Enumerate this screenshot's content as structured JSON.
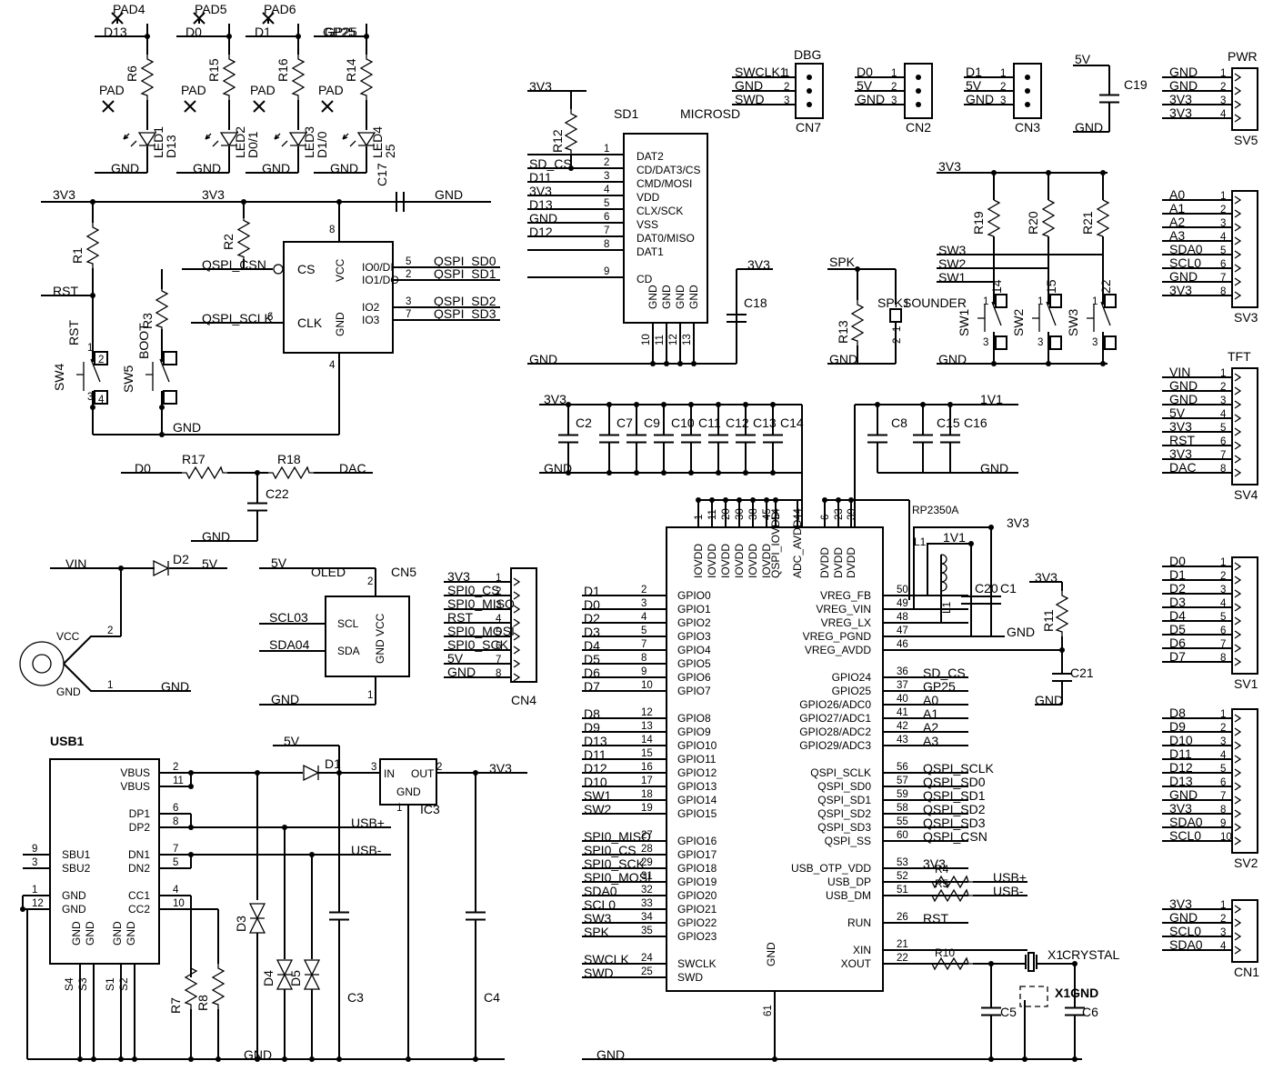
{
  "mcu": {
    "ref": "RP2350A",
    "pwr": [
      {
        "n": "1",
        "l": "IOVDD"
      },
      {
        "n": "11",
        "l": "IOVDD"
      },
      {
        "n": "20",
        "l": "IOVDD"
      },
      {
        "n": "30",
        "l": "IOVDD"
      },
      {
        "n": "38",
        "l": "IOVDD"
      },
      {
        "n": "45",
        "l": "IOVDD"
      },
      {
        "n": "54",
        "l": "QSPI_IOVDD"
      },
      {
        "n": "44",
        "l": "ADC_AVDD"
      },
      {
        "n": "6",
        "l": "DVDD"
      },
      {
        "n": "23",
        "l": "DVDD"
      },
      {
        "n": "39",
        "l": "DVDD"
      }
    ],
    "left": [
      {
        "net": "D1",
        "n": "2",
        "l": "GPIO0"
      },
      {
        "net": "D0",
        "n": "3",
        "l": "GPIO1"
      },
      {
        "net": "D2",
        "n": "4",
        "l": "GPIO2"
      },
      {
        "net": "D3",
        "n": "5",
        "l": "GPIO3"
      },
      {
        "net": "D4",
        "n": "7",
        "l": "GPIO4"
      },
      {
        "net": "D5",
        "n": "8",
        "l": "GPIO5"
      },
      {
        "net": "D6",
        "n": "9",
        "l": "GPIO6"
      },
      {
        "net": "D7",
        "n": "10",
        "l": "GPIO7"
      },
      {
        "net": "D8",
        "n": "12",
        "l": "GPIO8"
      },
      {
        "net": "D9",
        "n": "13",
        "l": "GPIO9"
      },
      {
        "net": "D13",
        "n": "14",
        "l": "GPIO10"
      },
      {
        "net": "D11",
        "n": "15",
        "l": "GPIO11"
      },
      {
        "net": "D12",
        "n": "16",
        "l": "GPIO12"
      },
      {
        "net": "D10",
        "n": "17",
        "l": "GPIO13"
      },
      {
        "net": "SW1",
        "n": "18",
        "l": "GPIO14"
      },
      {
        "net": "SW2",
        "n": "19",
        "l": "GPIO15"
      },
      {
        "net": "SPI0_MISO",
        "n": "27",
        "l": "GPIO16"
      },
      {
        "net": "SPI0_CS",
        "n": "28",
        "l": "GPIO17"
      },
      {
        "net": "SPI0_SCK",
        "n": "29",
        "l": "GPIO18"
      },
      {
        "net": "SPI0_MOSI",
        "n": "31",
        "l": "GPIO19"
      },
      {
        "net": "SDA0",
        "n": "32",
        "l": "GPIO20"
      },
      {
        "net": "SCL0",
        "n": "33",
        "l": "GPIO21"
      },
      {
        "net": "SW3",
        "n": "34",
        "l": "GPIO22"
      },
      {
        "net": "SPK",
        "n": "35",
        "l": "GPIO23"
      },
      {
        "net": "SWCLK",
        "n": "24",
        "l": "SWCLK"
      },
      {
        "net": "SWD",
        "n": "25",
        "l": "SWD"
      }
    ],
    "right": [
      {
        "net": "",
        "n": "50",
        "l": "VREG_FB"
      },
      {
        "net": "",
        "n": "49",
        "l": "VREG_VIN"
      },
      {
        "net": "",
        "n": "48",
        "l": "VREG_LX"
      },
      {
        "net": "",
        "n": "47",
        "l": "VREG_PGND"
      },
      {
        "net": "",
        "n": "46",
        "l": "VREG_AVDD"
      },
      {
        "net": "SD_CS",
        "n": "36",
        "l": "GPIO24"
      },
      {
        "net": "GP25",
        "n": "37",
        "l": "GPIO25"
      },
      {
        "net": "A0",
        "n": "40",
        "l": "GPIO26/ADC0"
      },
      {
        "net": "A1",
        "n": "41",
        "l": "GPIO27/ADC1"
      },
      {
        "net": "A2",
        "n": "42",
        "l": "GPIO28/ADC2"
      },
      {
        "net": "A3",
        "n": "43",
        "l": "GPIO29/ADC3"
      },
      {
        "net": "QSPI_SCLK",
        "n": "56",
        "l": "QSPI_SCLK"
      },
      {
        "net": "QSPI_SD0",
        "n": "57",
        "l": "QSPI_SD0"
      },
      {
        "net": "QSPI_SD1",
        "n": "59",
        "l": "QSPI_SD1"
      },
      {
        "net": "QSPI_SD2",
        "n": "58",
        "l": "QSPI_SD2"
      },
      {
        "net": "QSPI_SD3",
        "n": "55",
        "l": "QSPI_SD3"
      },
      {
        "net": "QSPI_CSN",
        "n": "60",
        "l": "QSPI_SS"
      },
      {
        "net": "3V3",
        "n": "53",
        "l": "USB_OTP_VDD"
      },
      {
        "net": "",
        "n": "52",
        "l": "USB_DP"
      },
      {
        "net": "",
        "n": "51",
        "l": "USB_DM"
      },
      {
        "net": "RST",
        "n": "26",
        "l": "RUN"
      },
      {
        "net": "",
        "n": "21",
        "l": "XIN"
      },
      {
        "net": "",
        "n": "22",
        "l": "XOUT"
      }
    ],
    "gnd_label": "GND",
    "gnd_pin": "61"
  },
  "headers": [
    {
      "ref": "PWR",
      "name": "SV5",
      "pins": [
        "GND",
        "GND",
        "3V3",
        "3V3"
      ]
    },
    {
      "ref": "",
      "name": "SV3",
      "pins": [
        "A0",
        "A1",
        "A2",
        "A3",
        "SDA0",
        "SCL0",
        "GND",
        "3V3"
      ]
    },
    {
      "ref": "TFT",
      "name": "SV4",
      "pins": [
        "VIN",
        "GND",
        "GND",
        "5V",
        "3V3",
        "RST",
        "3V3",
        "DAC"
      ]
    },
    {
      "ref": "",
      "name": "SV1",
      "pins": [
        "D0",
        "D1",
        "D2",
        "D3",
        "D4",
        "D5",
        "D6",
        "D7"
      ]
    },
    {
      "ref": "",
      "name": "SV2",
      "pins": [
        "D8",
        "D9",
        "D10",
        "D11",
        "D12",
        "D13",
        "GND",
        "3V3",
        "SDA0",
        "SCL0"
      ]
    },
    {
      "ref": "",
      "name": "CN1",
      "pins": [
        "3V3",
        "GND",
        "SCL0",
        "SDA0"
      ]
    }
  ],
  "cn7": {
    "ref": "DBG",
    "name": "CN7",
    "nets": [
      "SWCLK1",
      "GND",
      "SWD"
    ]
  },
  "cn2": {
    "name": "CN2",
    "nets": [
      "D0",
      "5V",
      "GND"
    ]
  },
  "cn3": {
    "name": "CN3",
    "nets": [
      "D1",
      "5V",
      "GND"
    ]
  },
  "cn4": {
    "name": "CN4",
    "nets": [
      "3V3",
      "SPI0_CS",
      "SPI0_MISO",
      "RST",
      "SPI0_MOSI",
      "SPI0_SCK",
      "5V",
      "GND"
    ]
  },
  "sd": {
    "ref": "SD1",
    "value": "MICROSD",
    "left": [
      {
        "n": "1",
        "net": "",
        "l": "DAT2"
      },
      {
        "n": "2",
        "net": "SD_CS",
        "l": "CD/DAT3/CS"
      },
      {
        "n": "3",
        "net": "D11",
        "l": "CMD/MOSI"
      },
      {
        "n": "4",
        "net": "3V3",
        "l": "VDD"
      },
      {
        "n": "5",
        "net": "D13",
        "l": "CLX/SCK"
      },
      {
        "n": "6",
        "net": "GND",
        "l": "VSS"
      },
      {
        "n": "7",
        "net": "D12",
        "l": "DAT0/MISO"
      },
      {
        "n": "8",
        "net": "",
        "l": "DAT1"
      },
      {
        "n": "9",
        "net": "",
        "l": "CD"
      }
    ],
    "gnd_pins": [
      "10",
      "11",
      "12",
      "13"
    ],
    "gnd": "GND"
  },
  "flash": {
    "l_cs": "CS",
    "l_clk": "CLK",
    "l_vcc": "VCC",
    "l_gnd": "GND",
    "p": [
      {
        "n": "5",
        "net": "QSPI_SD0",
        "l": "IO0/DI"
      },
      {
        "n": "2",
        "net": "QSPI_SD1",
        "l": "IO1/DO"
      },
      {
        "n": "3",
        "net": "QSPI_SD2",
        "l": "IO2"
      },
      {
        "n": "7",
        "net": "QSPI_SD3",
        "l": "IO3"
      }
    ],
    "cs": "QSPI_CSN",
    "clk": "QSPI_SCLK",
    "clk_pin": "6",
    "vcc_pin": "8",
    "gnd_pin": "4"
  },
  "usb": {
    "ref": "USB1",
    "left": [
      {
        "n": "9",
        "l": "SBU1"
      },
      {
        "n": "3",
        "l": "SBU2"
      },
      {
        "n": "1",
        "l": "GND"
      },
      {
        "n": "12",
        "l": "GND"
      }
    ],
    "right": [
      {
        "n": "2",
        "l": "VBUS"
      },
      {
        "n": "11",
        "l": "VBUS"
      },
      {
        "n": "6",
        "l": "DP1"
      },
      {
        "n": "8",
        "l": "DP2"
      },
      {
        "n": "7",
        "l": "DN1"
      },
      {
        "n": "5",
        "l": "DN2"
      },
      {
        "n": "4",
        "l": "CC1"
      },
      {
        "n": "10",
        "l": "CC2"
      }
    ],
    "bottom": [
      "GND",
      "GND",
      "GND",
      "GND"
    ],
    "bpins": [
      "S4",
      "S3",
      "S1",
      "S2"
    ],
    "usbp": "USB+",
    "usbm": "USB-"
  },
  "ic3": {
    "ref": "IC3",
    "in": "IN",
    "out": "OUT",
    "gnd": "GND",
    "pin_in": "3",
    "pin_out": "2",
    "pin_gnd": "1"
  },
  "oled": {
    "ref": "OLED",
    "name": "CN5",
    "scl_l": "SCL",
    "sda_l": "SDA",
    "vcc_l": "VCC",
    "gnd_l": "GND",
    "scl": "SCL03",
    "sda": "SDA04",
    "vcc": "5V",
    "gnd": "GND",
    "pin_vcc": "2",
    "pin_gnd": "1"
  },
  "leds": [
    {
      "pad": "PAD4",
      "net": "D13",
      "r": "R6",
      "led": "LED1",
      "tag": "D13"
    },
    {
      "pad": "PAD5",
      "net": "D0",
      "r": "R15",
      "led": "LED2",
      "tag": "D0/1"
    },
    {
      "pad": "PAD6",
      "net": "D1",
      "r": "R16",
      "led": "LED3",
      "tag": "D1/0"
    },
    {
      "pad": "",
      "net": "GP25",
      "r": "R14",
      "led": "LED4",
      "tag": "25"
    }
  ],
  "nets": {
    "v33": "3V3",
    "v5": "5V",
    "v11": "1V1",
    "gnd": "GND",
    "rst": "RST",
    "vin": "VIN",
    "d0": "D0",
    "dac": "DAC",
    "spk": "SPK",
    "sw1": "SW1",
    "sw2": "SW2",
    "sw3": "SW3",
    "qcsn": "QSPI_CSN",
    "qsclk": "QSPI_SCLK",
    "usbp": "USB+",
    "usbm": "USB-",
    "vcc": "VCC",
    "pad": "PAD"
  },
  "parts": {
    "r1": "R1",
    "r2": "R2",
    "r3": "R3",
    "r7": "R7",
    "r8": "R8",
    "r11": "R11",
    "r12": "R12",
    "r13": "R13",
    "r17": "R17",
    "r18": "R18",
    "r19": "R19",
    "r20": "R20",
    "r21": "R21",
    "r4": "R4",
    "r5": "R5",
    "r10": "R10",
    "c2": "C2",
    "c3": "C3",
    "c4": "C4",
    "c5": "C5",
    "c6": "C6",
    "c7": "C7",
    "c8": "C8",
    "c9": "C9",
    "c10": "C10",
    "c11": "C11",
    "c12": "C12",
    "c13": "C13",
    "c14": "C14",
    "c15": "C15",
    "c16": "C16",
    "c17": "C17",
    "c18": "C18",
    "c19": "C19",
    "c20": "C20",
    "c1": "C1",
    "c21": "C21",
    "c22": "C22",
    "d1": "D1",
    "d2": "D2",
    "d3": "D3",
    "d4": "D4",
    "d5": "D5",
    "l1": "L1",
    "sw4": "SW4",
    "sw5": "SW5",
    "sw1": "SW1",
    "sw2": "SW2",
    "sw3": "SW3",
    "rst": "RST",
    "boot": "BOOT",
    "spk": "SPK1",
    "sounder": "SOUNDER",
    "x1": "X1",
    "crystal": "CRYSTAL",
    "x1gnd": "X1GND",
    "sw14": "14",
    "sw15": "15",
    "sw22": "22"
  }
}
